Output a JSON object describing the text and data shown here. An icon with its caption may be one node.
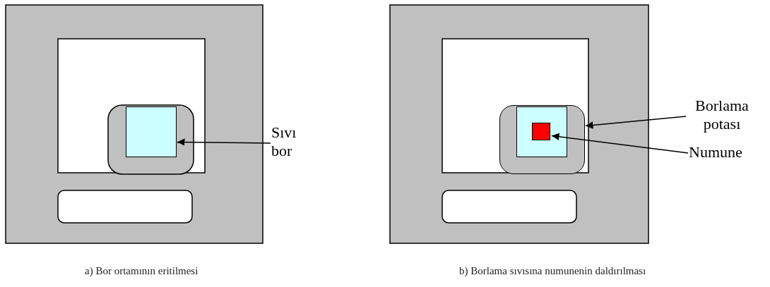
{
  "diagram": {
    "nodes": [
      {
        "text": [
          "Sıvı bor"
        ]
      },
      {
        "text": [],
        "shape": "box"
      },
      {
        "text": [
          "Borlama potası"
        ]
      },
      {
        "text": [],
        "shape": "box"
      },
      {
        "text": [
          "Numune"
        ]
      },
      {
        "text": [],
        "shape": "box",
        "in": 3
      },
      {
        "text": [],
        "shape": "box",
        "in": 5
      }
    ],
    "edges": [
      {
        "from": 0,
        "to": 1,
        "arrow": "to"
      },
      {
        "from": 2,
        "to": 3,
        "arrow": "to"
      },
      {
        "from": 4,
        "to": 6,
        "arrow": "to"
      }
    ],
    "labels": [
      "a)  Bor ortamının eritilmesi",
      "b) Borlama sıvısına numunenin daldırılması"
    ]
  }
}
